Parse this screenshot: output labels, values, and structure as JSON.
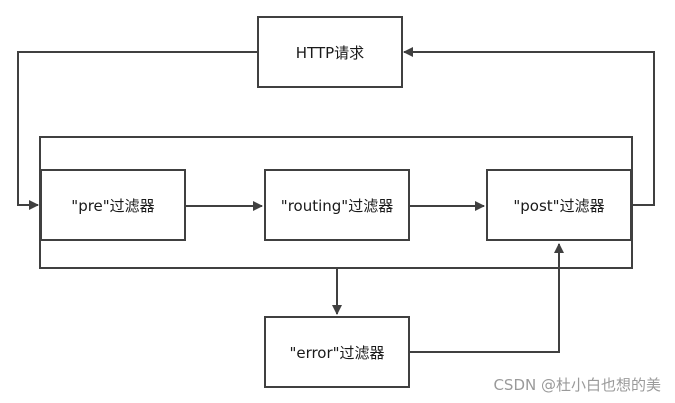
{
  "diagram": {
    "nodes": {
      "http_request": {
        "label": "HTTP请求"
      },
      "pre_filter": {
        "label": "\"pre\"过滤器"
      },
      "routing_filter": {
        "label": "\"routing\"过滤器"
      },
      "post_filter": {
        "label": "\"post\"过滤器"
      },
      "error_filter": {
        "label": "\"error\"过滤器"
      }
    },
    "edges": [
      {
        "from": "http_request",
        "to": "pre_filter"
      },
      {
        "from": "pre_filter",
        "to": "routing_filter"
      },
      {
        "from": "routing_filter",
        "to": "post_filter"
      },
      {
        "from": "post_filter",
        "to": "http_request"
      },
      {
        "from": "filter_group",
        "to": "error_filter"
      },
      {
        "from": "error_filter",
        "to": "post_filter"
      }
    ],
    "line_color": "#404040"
  },
  "watermark": "CSDN @杜小白也想的美"
}
